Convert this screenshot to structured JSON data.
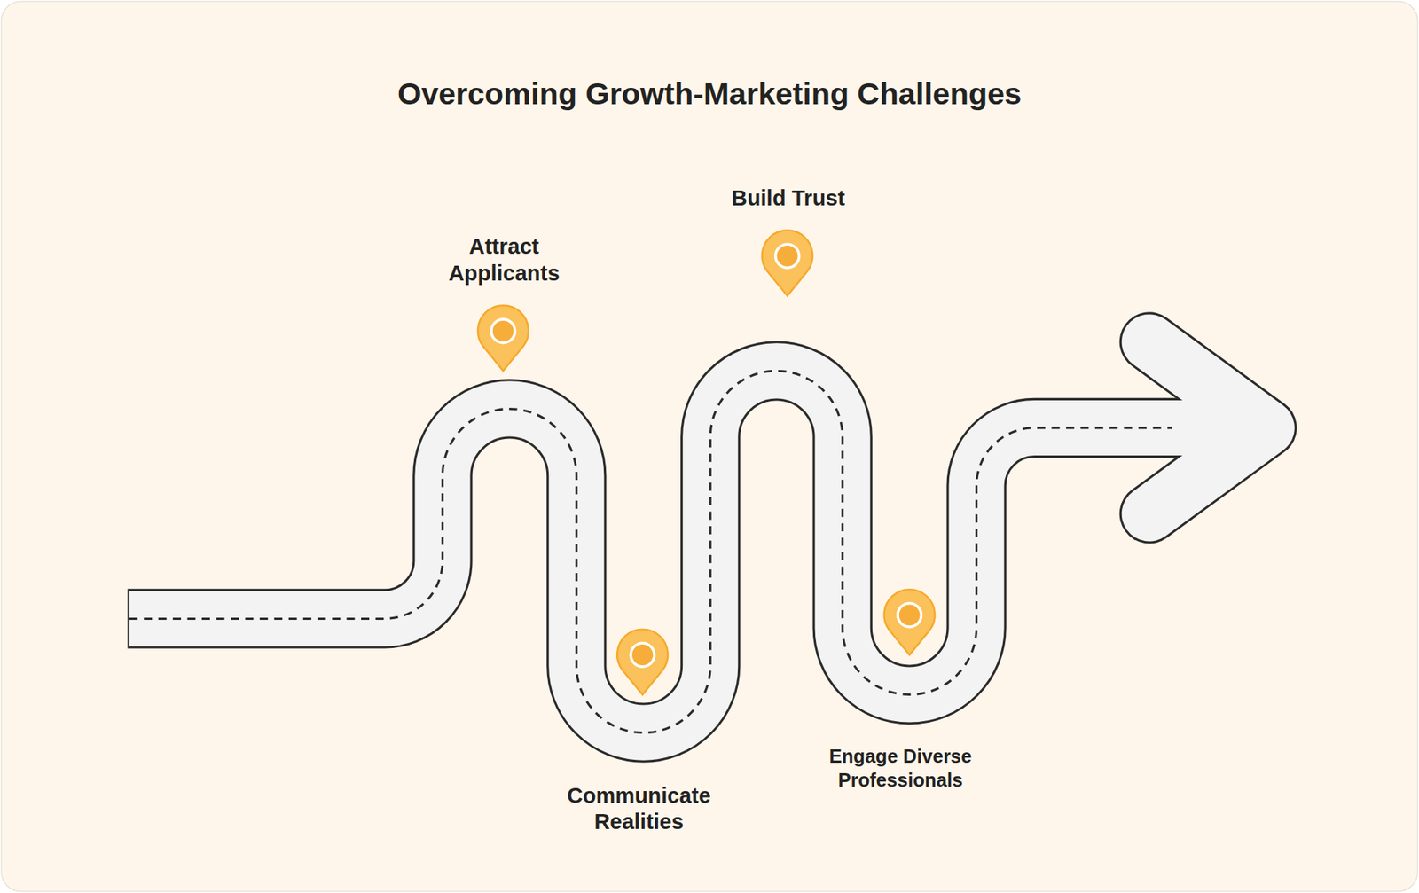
{
  "diagram": {
    "title": "Overcoming Growth-Marketing Challenges",
    "labels": [
      "Attract Applicants",
      "Build Trust",
      "Communicate Realities",
      "Engage Diverse Professionals"
    ]
  }
}
